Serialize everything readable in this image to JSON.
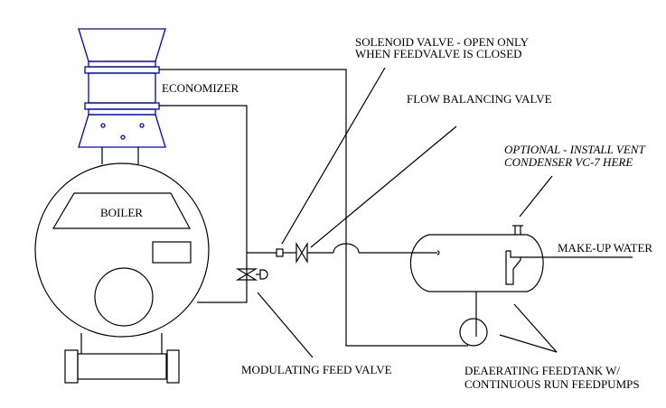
{
  "diagram": {
    "title": "Boiler feedwater piping schematic with economizer and deaerating feedtank",
    "colors": {
      "line": "#000000",
      "economizer": "#0000cc",
      "background": "#ffffff"
    },
    "labels": {
      "economizer": "ECONOMIZER",
      "boiler": "BOILER",
      "solenoid_line1": "SOLENOID VALVE - OPEN ONLY",
      "solenoid_line2": "WHEN FEEDVALVE IS CLOSED",
      "flow_balancing": "FLOW BALANCING VALVE",
      "optional_line1": "OPTIONAL - INSTALL VENT",
      "optional_line2": "CONDENSER VC-7 HERE",
      "makeup_water": "MAKE-UP WATER",
      "modulating": "MODULATING FEED VALVE",
      "deaerating_line1": "DEAERATING FEEDTANK W/",
      "deaerating_line2": "CONTINUOUS RUN FEEDPUMPS"
    },
    "components": [
      "economizer",
      "boiler",
      "solenoid-valve",
      "flow-balancing-valve",
      "modulating-feed-valve",
      "deaerating-feedtank",
      "feedpump",
      "vent-condenser-connection"
    ]
  }
}
